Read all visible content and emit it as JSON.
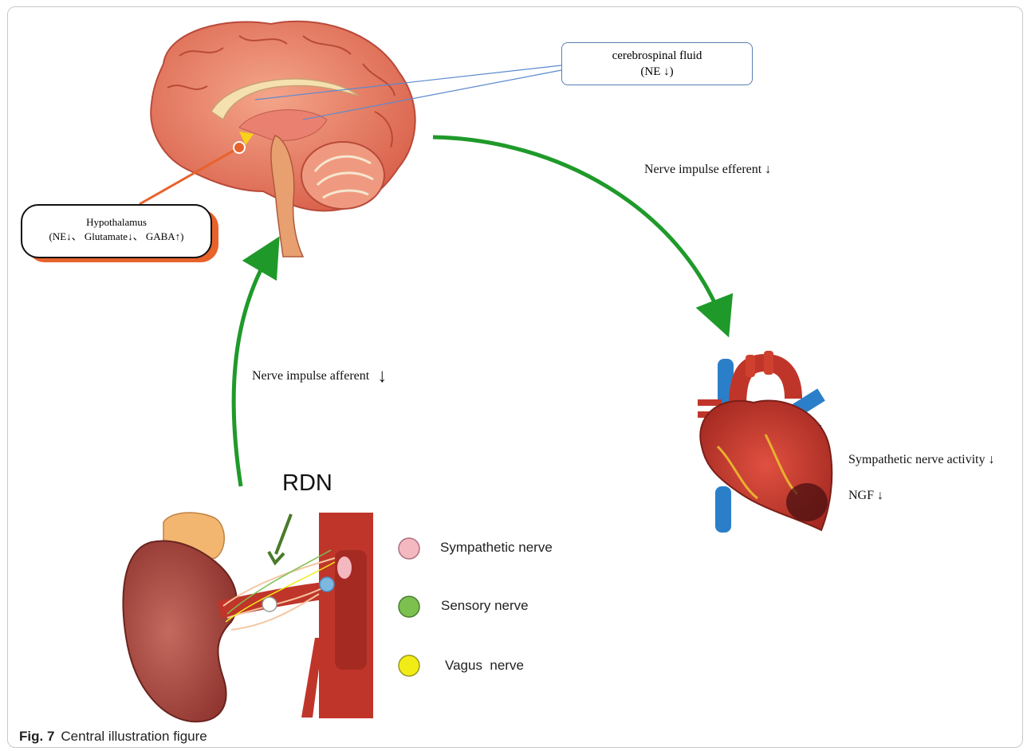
{
  "labels": {
    "csf_line1": "cerebrospinal fluid",
    "csf_line2": "(NE ↓)",
    "hypo_line1": "Hypothalamus",
    "hypo_line2": "(NE↓、 Glutamate↓、 GABA↑)",
    "efferent": "Nerve impulse efferent ↓",
    "afferent": "Nerve impulse afferent",
    "afferent_arrow": "↓",
    "rdn": "RDN",
    "sympathetic_activity": "Sympathetic nerve activity ↓",
    "ngf": "NGF ↓"
  },
  "legend": [
    {
      "label": "Sympathetic nerve",
      "color": "#f4b8c0"
    },
    {
      "label": "Sensory nerve",
      "color": "#7cc04f"
    },
    {
      "label": "Vagus  nerve",
      "color": "#f2ec16"
    }
  ],
  "caption": {
    "fig": "Fig. 7",
    "text": "Central illustration figure"
  },
  "colors": {
    "arrow": "#1f9a2a",
    "rdn_arrow": "#4a7a2a",
    "hypo_accent": "#e8622b",
    "csf_border": "#5a7fb0"
  },
  "icons": [
    "brain-illustration",
    "heart-illustration",
    "kidney-illustration"
  ]
}
